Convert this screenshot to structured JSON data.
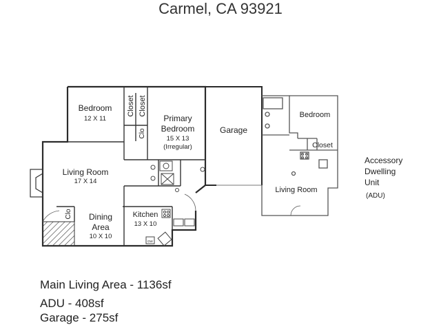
{
  "header": {
    "title": "Carmel, CA 93921"
  },
  "rooms": {
    "bedroom": {
      "name": "Bedroom",
      "dims": "12 X 11"
    },
    "closet_a": "Closet",
    "closet_b": "Closet",
    "clo_upper": "Clo",
    "primary": {
      "line1": "Primary",
      "line2": "Bedroom",
      "dims": "15 X 13",
      "note": "(Irregular)"
    },
    "garage": "Garage",
    "living": {
      "name": "Living Room",
      "dims": "17 X 14"
    },
    "clo_lower": "Clo",
    "dining": {
      "line1": "Dining",
      "line2": "Area",
      "dims": "10 X 10"
    },
    "kitchen": {
      "name": "Kitchen",
      "dims": "13 X 10"
    },
    "dw": "DW"
  },
  "adu": {
    "bedroom": "Bedroom",
    "closet": "Closet",
    "living": "Living Room",
    "label": {
      "line1": "Accessory",
      "line2": "Dwelling",
      "line3": "Unit",
      "line4": "(ADU)"
    }
  },
  "summary": {
    "main": "Main Living Area - 1136sf",
    "adu": "ADU - 408sf",
    "garage": "Garage - 275sf"
  }
}
